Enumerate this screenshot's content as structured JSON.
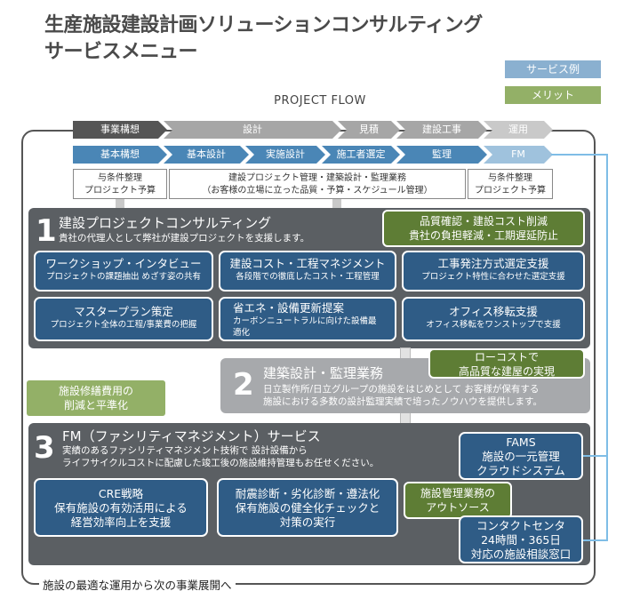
{
  "title": {
    "line1": "生産施設建設計画ソリューションコンサルティング",
    "line2": "サービスメニュー"
  },
  "legend": {
    "service_example": "サービス例",
    "merit": "メリット"
  },
  "project_flow": "PROJECT FLOW",
  "flow_row1": [
    "事業構想",
    "設計",
    "見積",
    "建設工事",
    "運用"
  ],
  "flow_row2": [
    "基本構想",
    "基本設計",
    "実施設計",
    "施工者選定",
    "監理",
    "FM"
  ],
  "requirements": {
    "left": [
      "与条件整理",
      "プロジェクト予算"
    ],
    "center": [
      "建設プロジェクト管理・建築設計・監理業務",
      "（お客様の立場に立った品質・予算・スケジュール管理）"
    ],
    "right": [
      "与条件整理",
      "プロジェクト予算"
    ]
  },
  "section1": {
    "number": "1",
    "title": "建設プロジェクトコンサルティング",
    "desc": "貴社の代理人として弊社が建設プロジェクトを支援します。",
    "merit": [
      "品質確認・建設コスト削減",
      "貴社の負担軽減・工期遅延防止"
    ],
    "services": [
      {
        "title": "ワークショップ・インタビュー",
        "desc": "プロジェクトの課題抽出 めざす姿の共有"
      },
      {
        "title": "建設コスト・工程マネジメント",
        "desc": "各段階での徹底したコスト・工程管理"
      },
      {
        "title": "工事発注方式選定支援",
        "desc": "プロジェクト特性に合わせた選定支援"
      },
      {
        "title": "マスタープラン策定",
        "desc": "プロジェクト全体の工程/事業費の把握"
      },
      {
        "title": "省エネ・設備更新提案",
        "desc": "カーボンニュートラルに向けた設備最適化"
      },
      {
        "title": "オフィス移転支援",
        "desc": "オフィス移転をワンストップで支援"
      }
    ]
  },
  "section2": {
    "number": "2",
    "title": "建築設計・監理業務",
    "desc": [
      "日立製作所/日立グループの施設をはじめとして お客様が保有する",
      "施設における多数の設計監理実績で培ったノウハウを提供します。"
    ],
    "merit": [
      "ローコストで",
      "高品質な建屋の実現"
    ]
  },
  "side_merit": [
    "施設修繕費用の",
    "削減と平準化"
  ],
  "section3": {
    "number": "3",
    "title": "FM（ファシリティマネジメント）サービス",
    "desc": [
      "実績のあるファシリティマネジメント技術で 設計設備から",
      "ライフサイクルコストに配慮した竣工後の施設維持管理もお任せください。"
    ],
    "services": [
      {
        "lines": [
          "CRE戦略",
          "保有施設の有効活用による",
          "経営効率向上を支援"
        ]
      },
      {
        "lines": [
          "耐震診断・劣化診断・遵法化",
          "保有施設の健全化チェックと",
          "対策の実行"
        ]
      }
    ],
    "fams": [
      "FAMS",
      "施設の一元管理",
      "クラウドシステム"
    ],
    "merit": [
      "施設管理業務の",
      "アウトソース"
    ],
    "contact": [
      "コンタクトセンタ",
      "24時間・365日",
      "対応の施設相談窓口"
    ]
  },
  "bottom_text": "施設の最適な運用から次の事業展開へ",
  "colors": {
    "dark_arrow": "#555555",
    "gray_arrow": "#a6a6a6",
    "blue_arrow": "#4a86b6",
    "light_blue_arrow": "#9fc2dd",
    "panel_dark": "#5b5f63",
    "service_blue": "#2f5c86",
    "merit_green": "#5e7d35"
  }
}
